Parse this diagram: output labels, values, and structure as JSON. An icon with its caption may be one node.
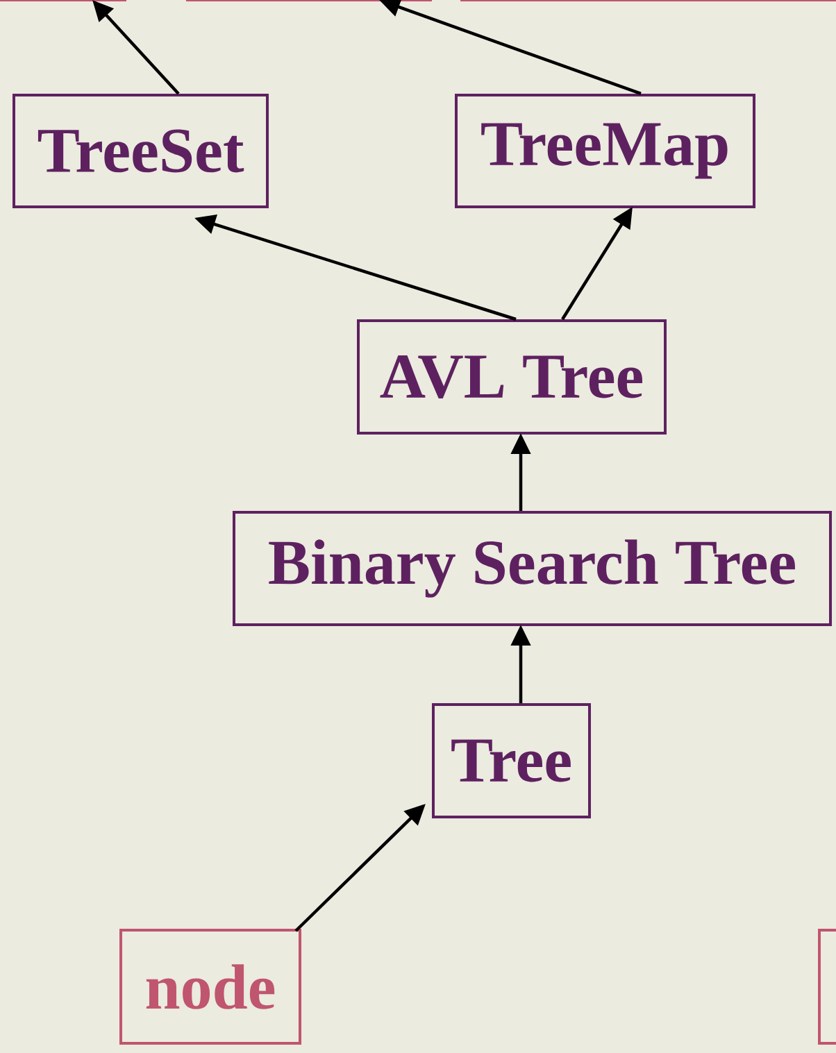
{
  "diagram": {
    "nodes": [
      {
        "text": [],
        "shape": "box"
      },
      {
        "text": [],
        "shape": "box"
      },
      {
        "text": [],
        "shape": "box"
      },
      {
        "text": [
          "TreeSet"
        ]
      },
      {
        "text": [
          "TreeMap"
        ]
      },
      {
        "text": [
          "AVL Tree"
        ]
      },
      {
        "text": [
          "Binary Search Tree"
        ]
      },
      {
        "text": [
          "Tree"
        ]
      },
      {
        "text": [
          "node"
        ]
      },
      {
        "text": [],
        "shape": "box"
      }
    ],
    "edges": [
      {
        "from": 3,
        "to": 0,
        "arrow": "to"
      },
      {
        "from": 4,
        "to": 1,
        "arrow": "to"
      },
      {
        "from": 5,
        "to": 3,
        "arrow": "to"
      },
      {
        "from": 5,
        "to": 4,
        "arrow": "to"
      },
      {
        "from": 6,
        "to": 5,
        "arrow": "to"
      },
      {
        "from": 7,
        "to": 6,
        "arrow": "to"
      },
      {
        "from": 8,
        "to": 7,
        "arrow": "to"
      }
    ]
  }
}
